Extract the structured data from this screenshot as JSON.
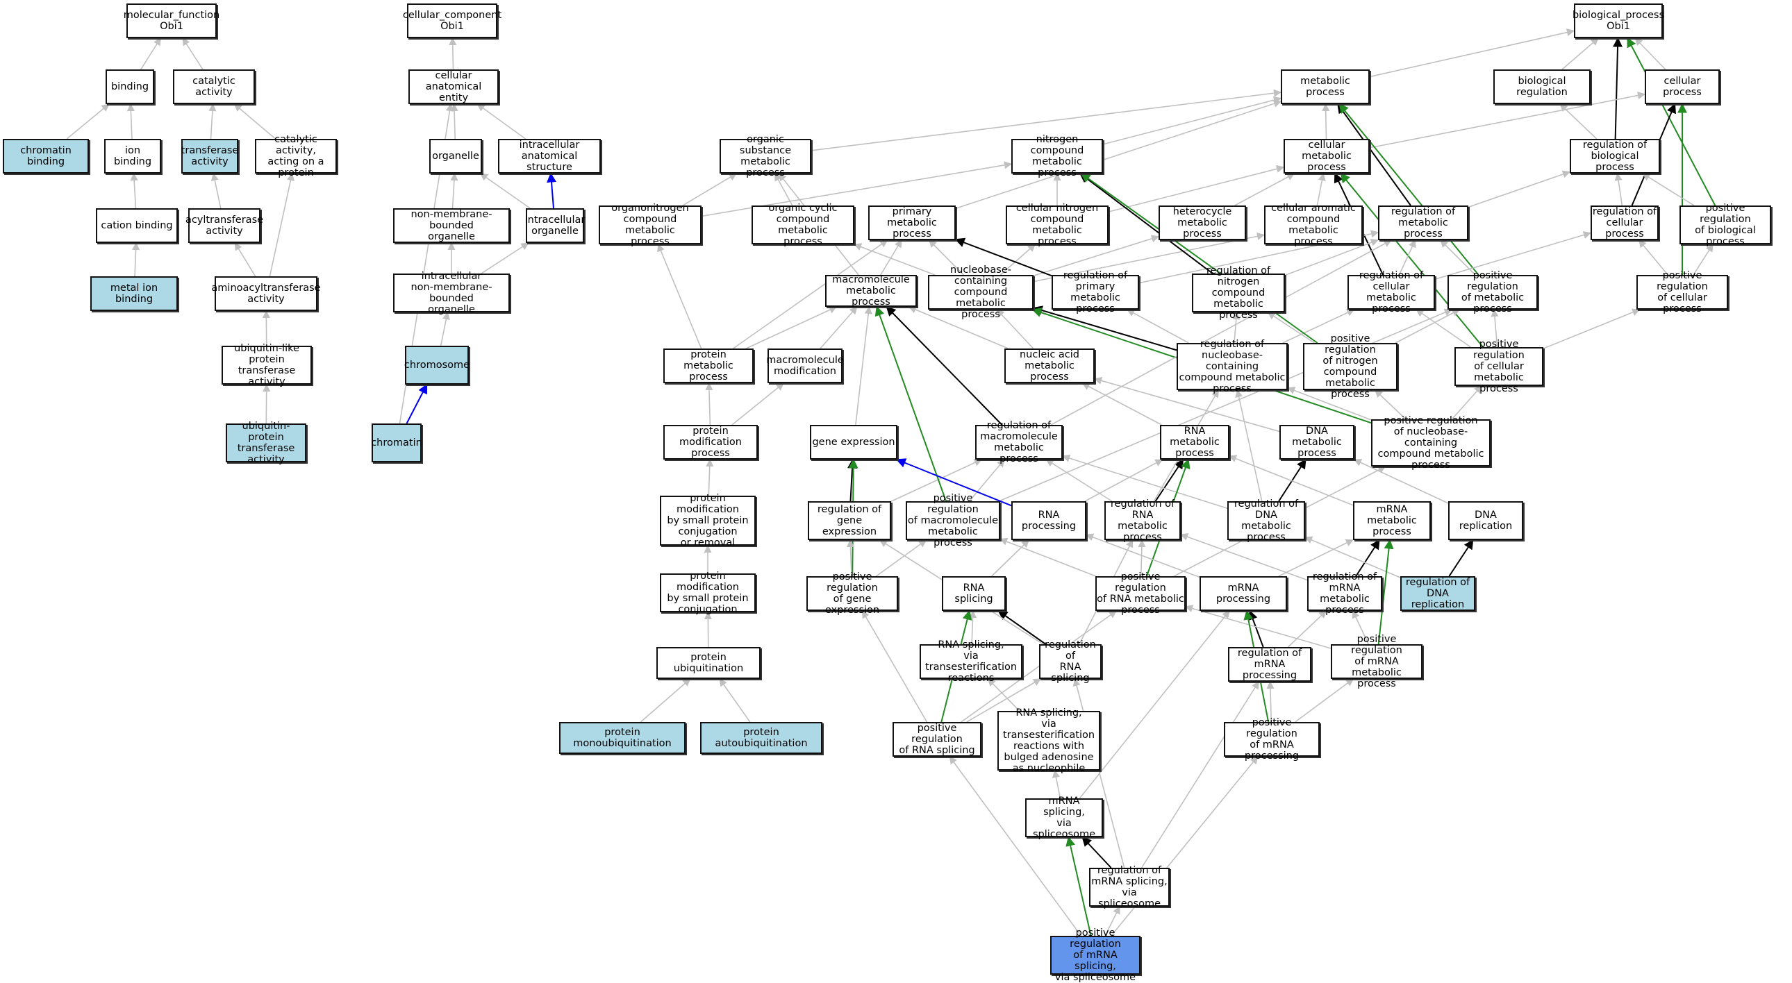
{
  "colors": {
    "edge": "#c0c0c0",
    "dark": "#000000",
    "green": "#228b22",
    "blue": "#0000ee",
    "fill_highlight": "#add8e6",
    "fill_query": "#6495ed",
    "fill_default": "#ffffff"
  },
  "nodes": [
    {
      "id": "mf",
      "label": "molecular_function\nObi1"
    },
    {
      "id": "binding",
      "label": "binding"
    },
    {
      "id": "catalytic",
      "label": "catalytic activity"
    },
    {
      "id": "chrombind",
      "label": "chromatin binding",
      "fill": "highlight"
    },
    {
      "id": "ionbind",
      "label": "ion binding"
    },
    {
      "id": "transferase",
      "label": "transferase\nactivity",
      "fill": "highlight"
    },
    {
      "id": "catprot",
      "label": "catalytic activity,\nacting on a\nprotein"
    },
    {
      "id": "cationbind",
      "label": "cation binding"
    },
    {
      "id": "acyltrans",
      "label": "acyltransferase\nactivity"
    },
    {
      "id": "metalion",
      "label": "metal ion binding",
      "fill": "highlight"
    },
    {
      "id": "aminoacyl",
      "label": "aminoacyltransferase\nactivity"
    },
    {
      "id": "ublike",
      "label": "ubiquitin-like\nprotein transferase\nactivity"
    },
    {
      "id": "ubprot",
      "label": "ubiquitin-protein\ntransferase\nactivity",
      "fill": "highlight"
    },
    {
      "id": "cc",
      "label": "cellular_component\nObi1"
    },
    {
      "id": "cae",
      "label": "cellular anatomical\nentity"
    },
    {
      "id": "organelle",
      "label": "organelle"
    },
    {
      "id": "ias",
      "label": "intracellular\nanatomical structure"
    },
    {
      "id": "nmbo",
      "label": "non-membrane-bounded\norganelle"
    },
    {
      "id": "io",
      "label": "intracellular\norganelle"
    },
    {
      "id": "inmbo",
      "label": "intracellular\nnon-membrane-bounded\norganelle"
    },
    {
      "id": "chromosome",
      "label": "chromosome",
      "fill": "highlight"
    },
    {
      "id": "chromatin",
      "label": "chromatin",
      "fill": "highlight"
    },
    {
      "id": "bp",
      "label": "biological_process\nObi1"
    },
    {
      "id": "metproc",
      "label": "metabolic process"
    },
    {
      "id": "bioreg",
      "label": "biological regulation"
    },
    {
      "id": "cellproc",
      "label": "cellular process"
    },
    {
      "id": "osmp",
      "label": "organic substance\nmetabolic process"
    },
    {
      "id": "ncmp",
      "label": "nitrogen compound\nmetabolic process"
    },
    {
      "id": "cmp",
      "label": "cellular metabolic\nprocess"
    },
    {
      "id": "rbp",
      "label": "regulation of\nbiological process"
    },
    {
      "id": "ocmp",
      "label": "organonitrogen\ncompound metabolic\nprocess"
    },
    {
      "id": "occmp",
      "label": "organic cyclic\ncompound metabolic\nprocess"
    },
    {
      "id": "pmp",
      "label": "primary metabolic\nprocess"
    },
    {
      "id": "cncmp",
      "label": "cellular nitrogen\ncompound metabolic\nprocess"
    },
    {
      "id": "hmp",
      "label": "heterocycle\nmetabolic process"
    },
    {
      "id": "cacmp",
      "label": "cellular aromatic\ncompound metabolic\nprocess"
    },
    {
      "id": "rmp",
      "label": "regulation of\nmetabolic process"
    },
    {
      "id": "rcp",
      "label": "regulation of\ncellular process"
    },
    {
      "id": "prbp",
      "label": "positive regulation\nof biological\nprocess"
    },
    {
      "id": "mmp",
      "label": "macromolecule\nmetabolic process"
    },
    {
      "id": "nbcmp",
      "label": "nucleobase-containing\ncompound metabolic\nprocess"
    },
    {
      "id": "rpmp",
      "label": "regulation of\nprimary metabolic\nprocess"
    },
    {
      "id": "rncmp",
      "label": "regulation of\nnitrogen compound\nmetabolic process"
    },
    {
      "id": "rcmp",
      "label": "regulation of\ncellular metabolic\nprocess"
    },
    {
      "id": "prmp",
      "label": "positive regulation\nof metabolic\nprocess"
    },
    {
      "id": "prcp",
      "label": "positive regulation\nof cellular\nprocess"
    },
    {
      "id": "protmp",
      "label": "protein metabolic\nprocess"
    },
    {
      "id": "mmod",
      "label": "macromolecule\nmodification"
    },
    {
      "id": "namp",
      "label": "nucleic acid\nmetabolic process"
    },
    {
      "id": "rnbcmp",
      "label": "regulation of\nnucleobase-containing\ncompound metabolic\nprocess"
    },
    {
      "id": "prncmp",
      "label": "positive regulation\nof nitrogen\ncompound metabolic\nprocess"
    },
    {
      "id": "prcmp",
      "label": "positive regulation\nof cellular\nmetabolic process"
    },
    {
      "id": "pmodp",
      "label": "protein modification\nprocess"
    },
    {
      "id": "gexp",
      "label": "gene expression"
    },
    {
      "id": "rmmp",
      "label": "regulation of\nmacromolecule\nmetabolic process"
    },
    {
      "id": "rnamp",
      "label": "RNA metabolic\nprocess"
    },
    {
      "id": "dnamp",
      "label": "DNA metabolic\nprocess"
    },
    {
      "id": "prnbcmp",
      "label": "positive regulation\nof nucleobase-containing\ncompound metabolic\nprocess"
    },
    {
      "id": "pmsp",
      "label": "protein modification\nby small protein\nconjugation\nor removal"
    },
    {
      "id": "rge",
      "label": "regulation of\ngene expression"
    },
    {
      "id": "prmmp",
      "label": "positive regulation\nof macromolecule\nmetabolic process"
    },
    {
      "id": "rnaproc",
      "label": "RNA processing"
    },
    {
      "id": "rrnamp",
      "label": "regulation of\nRNA metabolic\nprocess"
    },
    {
      "id": "rdnamp",
      "label": "regulation of\nDNA metabolic\nprocess"
    },
    {
      "id": "mrnamp",
      "label": "mRNA metabolic\nprocess"
    },
    {
      "id": "dnarep",
      "label": "DNA replication"
    },
    {
      "id": "pmspc",
      "label": "protein modification\nby small protein\nconjugation"
    },
    {
      "id": "prge",
      "label": "positive regulation\nof gene expression"
    },
    {
      "id": "rnaspl",
      "label": "RNA splicing"
    },
    {
      "id": "prrnamp",
      "label": "positive regulation\nof RNA metabolic\nprocess"
    },
    {
      "id": "mrnaproc",
      "label": "mRNA processing"
    },
    {
      "id": "rmrnamp",
      "label": "regulation of\nmRNA metabolic\nprocess"
    },
    {
      "id": "rdnarep",
      "label": "regulation of\nDNA replication",
      "fill": "highlight"
    },
    {
      "id": "protubi",
      "label": "protein ubiquitination"
    },
    {
      "id": "rsvtr",
      "label": "RNA splicing,\nvia transesterification\nreactions"
    },
    {
      "id": "rrnaspl",
      "label": "regulation of\nRNA splicing"
    },
    {
      "id": "rmrnaproc",
      "label": "regulation of\nmRNA processing"
    },
    {
      "id": "prmrnamp",
      "label": "positive regulation\nof mRNA metabolic\nprocess"
    },
    {
      "id": "pmonoubi",
      "label": "protein monoubiquitination",
      "fill": "highlight"
    },
    {
      "id": "pautoubi",
      "label": "protein autoubiquitination",
      "fill": "highlight"
    },
    {
      "id": "prrnaspl",
      "label": "positive regulation\nof RNA splicing"
    },
    {
      "id": "rsvtrba",
      "label": "RNA splicing,\nvia transesterification\nreactions with\nbulged adenosine\nas nucleophile"
    },
    {
      "id": "prmrnaproc",
      "label": "positive regulation\nof mRNA processing"
    },
    {
      "id": "msvs",
      "label": "mRNA splicing,\nvia spliceosome"
    },
    {
      "id": "rmsvs",
      "label": "regulation of\nmRNA splicing,\nvia spliceosome"
    },
    {
      "id": "prmsvs",
      "label": "positive regulation\nof mRNA splicing,\nvia spliceosome",
      "fill": "query"
    }
  ],
  "edges": [
    [
      "binding",
      "mf",
      "gray"
    ],
    [
      "catalytic",
      "mf",
      "gray"
    ],
    [
      "chrombind",
      "binding",
      "gray"
    ],
    [
      "ionbind",
      "binding",
      "gray"
    ],
    [
      "transferase",
      "catalytic",
      "gray"
    ],
    [
      "catprot",
      "catalytic",
      "gray"
    ],
    [
      "cationbind",
      "ionbind",
      "gray"
    ],
    [
      "acyltrans",
      "transferase",
      "gray"
    ],
    [
      "metalion",
      "cationbind",
      "gray"
    ],
    [
      "aminoacyl",
      "acyltrans",
      "gray"
    ],
    [
      "aminoacyl",
      "catprot",
      "gray"
    ],
    [
      "ublike",
      "aminoacyl",
      "gray"
    ],
    [
      "ubprot",
      "ublike",
      "gray"
    ],
    [
      "cae",
      "cc",
      "gray"
    ],
    [
      "organelle",
      "cae",
      "gray"
    ],
    [
      "ias",
      "cae",
      "gray"
    ],
    [
      "nmbo",
      "organelle",
      "gray"
    ],
    [
      "io",
      "organelle",
      "gray"
    ],
    [
      "io",
      "ias",
      "blue"
    ],
    [
      "inmbo",
      "nmbo",
      "gray"
    ],
    [
      "inmbo",
      "io",
      "gray"
    ],
    [
      "chromosome",
      "inmbo",
      "gray"
    ],
    [
      "chromatin",
      "chromosome",
      "blue"
    ],
    [
      "chromatin",
      "cae",
      "gray"
    ],
    [
      "metproc",
      "bp",
      "gray"
    ],
    [
      "bioreg",
      "bp",
      "gray"
    ],
    [
      "cellproc",
      "bp",
      "gray"
    ],
    [
      "rbp",
      "bp",
      "dark"
    ],
    [
      "prbp",
      "bp",
      "green"
    ],
    [
      "osmp",
      "metproc",
      "gray"
    ],
    [
      "ncmp",
      "metproc",
      "gray"
    ],
    [
      "cmp",
      "metproc",
      "gray"
    ],
    [
      "cmp",
      "cellproc",
      "gray"
    ],
    [
      "pmp",
      "metproc",
      "gray"
    ],
    [
      "rmp",
      "metproc",
      "dark"
    ],
    [
      "prmp",
      "metproc",
      "green"
    ],
    [
      "rbp",
      "bioreg",
      "gray"
    ],
    [
      "rcp",
      "cellproc",
      "dark"
    ],
    [
      "prcp",
      "cellproc",
      "green"
    ],
    [
      "ocmp",
      "osmp",
      "gray"
    ],
    [
      "ocmp",
      "ncmp",
      "gray"
    ],
    [
      "occmp",
      "osmp",
      "gray"
    ],
    [
      "mmp",
      "osmp",
      "gray"
    ],
    [
      "cncmp",
      "ncmp",
      "gray"
    ],
    [
      "cncmp",
      "cmp",
      "gray"
    ],
    [
      "hmp",
      "cmp",
      "gray"
    ],
    [
      "cacmp",
      "cmp",
      "gray"
    ],
    [
      "rmp",
      "rbp",
      "gray"
    ],
    [
      "rcp",
      "rbp",
      "gray"
    ],
    [
      "prbp",
      "rbp",
      "gray"
    ],
    [
      "prmp",
      "rmp",
      "gray"
    ],
    [
      "prcp",
      "rcp",
      "gray"
    ],
    [
      "prcp",
      "prbp",
      "gray"
    ],
    [
      "rcmp",
      "cmp",
      "dark"
    ],
    [
      "prcmp",
      "cmp",
      "green"
    ],
    [
      "mmp",
      "pmp",
      "gray"
    ],
    [
      "nbcmp",
      "pmp",
      "gray"
    ],
    [
      "nbcmp",
      "occmp",
      "gray"
    ],
    [
      "nbcmp",
      "hmp",
      "gray"
    ],
    [
      "nbcmp",
      "cacmp",
      "gray"
    ],
    [
      "nbcmp",
      "cncmp",
      "gray"
    ],
    [
      "rpmp",
      "pmp",
      "dark"
    ],
    [
      "rpmp",
      "rmp",
      "gray"
    ],
    [
      "rncmp",
      "ncmp",
      "dark"
    ],
    [
      "rncmp",
      "rmp",
      "gray"
    ],
    [
      "rcmp",
      "rmp",
      "gray"
    ],
    [
      "rcmp",
      "rcp",
      "gray"
    ],
    [
      "prcmp",
      "prmp",
      "gray"
    ],
    [
      "prcmp",
      "rcmp",
      "gray"
    ],
    [
      "prcmp",
      "prcp",
      "gray"
    ],
    [
      "protmp",
      "pmp",
      "gray"
    ],
    [
      "protmp",
      "ocmp",
      "gray"
    ],
    [
      "protmp",
      "mmp",
      "gray"
    ],
    [
      "mmod",
      "mmp",
      "gray"
    ],
    [
      "namp",
      "nbcmp",
      "gray"
    ],
    [
      "namp",
      "mmp",
      "gray"
    ],
    [
      "rnbcmp",
      "nbcmp",
      "dark"
    ],
    [
      "rnbcmp",
      "rpmp",
      "gray"
    ],
    [
      "rnbcmp",
      "rncmp",
      "gray"
    ],
    [
      "rnbcmp",
      "rcmp",
      "gray"
    ],
    [
      "prncmp",
      "ncmp",
      "green"
    ],
    [
      "prncmp",
      "rncmp",
      "gray"
    ],
    [
      "prncmp",
      "prmp",
      "gray"
    ],
    [
      "prnbcmp",
      "nbcmp",
      "green"
    ],
    [
      "prnbcmp",
      "rnbcmp",
      "gray"
    ],
    [
      "prnbcmp",
      "prncmp",
      "gray"
    ],
    [
      "prnbcmp",
      "prcmp",
      "gray"
    ],
    [
      "pmodp",
      "protmp",
      "gray"
    ],
    [
      "pmodp",
      "mmod",
      "gray"
    ],
    [
      "gexp",
      "mmp",
      "gray"
    ],
    [
      "rmmp",
      "mmp",
      "dark"
    ],
    [
      "rmmp",
      "rmp",
      "gray"
    ],
    [
      "rnamp",
      "namp",
      "gray"
    ],
    [
      "dnamp",
      "namp",
      "gray"
    ],
    [
      "pmsp",
      "pmodp",
      "gray"
    ],
    [
      "rge",
      "gexp",
      "dark"
    ],
    [
      "rge",
      "rmmp",
      "gray"
    ],
    [
      "prmmp",
      "mmp",
      "green"
    ],
    [
      "prmmp",
      "rmmp",
      "gray"
    ],
    [
      "prmmp",
      "prmp",
      "gray"
    ],
    [
      "rnaproc",
      "gexp",
      "blue"
    ],
    [
      "rnaproc",
      "rnamp",
      "gray"
    ],
    [
      "rrnamp",
      "rnamp",
      "dark"
    ],
    [
      "rrnamp",
      "rnbcmp",
      "gray"
    ],
    [
      "rrnamp",
      "rmmp",
      "gray"
    ],
    [
      "rdnamp",
      "dnamp",
      "dark"
    ],
    [
      "rdnamp",
      "rnbcmp",
      "gray"
    ],
    [
      "rdnamp",
      "rmmp",
      "gray"
    ],
    [
      "mrnamp",
      "rnamp",
      "gray"
    ],
    [
      "dnarep",
      "dnamp",
      "gray"
    ],
    [
      "pmspc",
      "pmsp",
      "gray"
    ],
    [
      "prge",
      "gexp",
      "green"
    ],
    [
      "prge",
      "rge",
      "gray"
    ],
    [
      "prge",
      "prmmp",
      "gray"
    ],
    [
      "rnaspl",
      "rnaproc",
      "gray"
    ],
    [
      "prrnamp",
      "rnamp",
      "green"
    ],
    [
      "prrnamp",
      "rrnamp",
      "gray"
    ],
    [
      "prrnamp",
      "prnbcmp",
      "gray"
    ],
    [
      "prrnamp",
      "prmmp",
      "gray"
    ],
    [
      "mrnaproc",
      "mrnamp",
      "gray"
    ],
    [
      "mrnaproc",
      "rnaproc",
      "gray"
    ],
    [
      "rmrnamp",
      "mrnamp",
      "dark"
    ],
    [
      "rmrnamp",
      "rrnamp",
      "gray"
    ],
    [
      "rdnarep",
      "dnarep",
      "dark"
    ],
    [
      "rdnarep",
      "rdnamp",
      "gray"
    ],
    [
      "protubi",
      "pmspc",
      "gray"
    ],
    [
      "rsvtr",
      "rnaspl",
      "gray"
    ],
    [
      "rrnaspl",
      "rnaspl",
      "dark"
    ],
    [
      "rrnaspl",
      "rrnamp",
      "gray"
    ],
    [
      "rrnaspl",
      "rge",
      "gray"
    ],
    [
      "rmrnaproc",
      "mrnaproc",
      "dark"
    ],
    [
      "rmrnaproc",
      "rmrnamp",
      "gray"
    ],
    [
      "prmrnamp",
      "mrnamp",
      "green"
    ],
    [
      "prmrnamp",
      "rmrnamp",
      "gray"
    ],
    [
      "prmrnamp",
      "prrnamp",
      "gray"
    ],
    [
      "pmonoubi",
      "protubi",
      "gray"
    ],
    [
      "pautoubi",
      "protubi",
      "gray"
    ],
    [
      "prrnaspl",
      "rnaspl",
      "green"
    ],
    [
      "prrnaspl",
      "rrnaspl",
      "gray"
    ],
    [
      "prrnaspl",
      "prrnamp",
      "gray"
    ],
    [
      "prrnaspl",
      "prge",
      "gray"
    ],
    [
      "rsvtrba",
      "rsvtr",
      "gray"
    ],
    [
      "prmrnaproc",
      "mrnaproc",
      "green"
    ],
    [
      "prmrnaproc",
      "rmrnaproc",
      "gray"
    ],
    [
      "prmrnaproc",
      "prmrnamp",
      "gray"
    ],
    [
      "msvs",
      "rsvtrba",
      "gray"
    ],
    [
      "msvs",
      "mrnaproc",
      "gray"
    ],
    [
      "rmsvs",
      "msvs",
      "dark"
    ],
    [
      "rmsvs",
      "rrnaspl",
      "gray"
    ],
    [
      "rmsvs",
      "rmrnaproc",
      "gray"
    ],
    [
      "prmsvs",
      "msvs",
      "green"
    ],
    [
      "prmsvs",
      "rmsvs",
      "gray"
    ],
    [
      "prmsvs",
      "prrnaspl",
      "gray"
    ],
    [
      "prmsvs",
      "prmrnaproc",
      "gray"
    ]
  ]
}
